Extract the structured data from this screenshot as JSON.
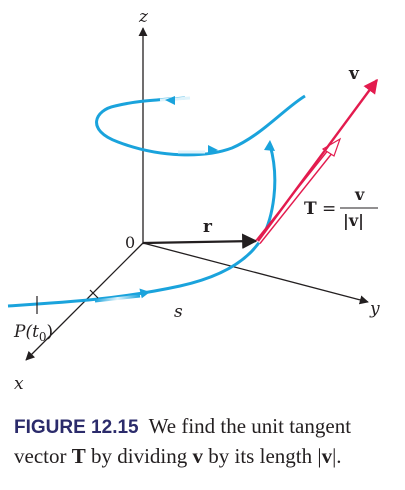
{
  "figure": {
    "axes": {
      "z": "z",
      "y": "y",
      "x": "x",
      "origin": "0"
    },
    "labels": {
      "r": "r",
      "v": "v",
      "s": "s",
      "point": "P(t",
      "point_sub": "0",
      "point_close": ")"
    },
    "formula": {
      "lhs": "T",
      "eq": "=",
      "num": "v",
      "den": "|v|"
    },
    "colors": {
      "curve": "#1aa3dc",
      "velocity": "#e31b4e",
      "axis": "#231f20",
      "caption_label": "#2b2b6b"
    }
  },
  "caption": {
    "label": "FIGURE 12.15",
    "part1": "We find the unit tangent vector ",
    "bold1": "T",
    "part2": " by dividing ",
    "bold2": "v",
    "part3": " by its length |",
    "bold3": "v",
    "part4": "|."
  }
}
